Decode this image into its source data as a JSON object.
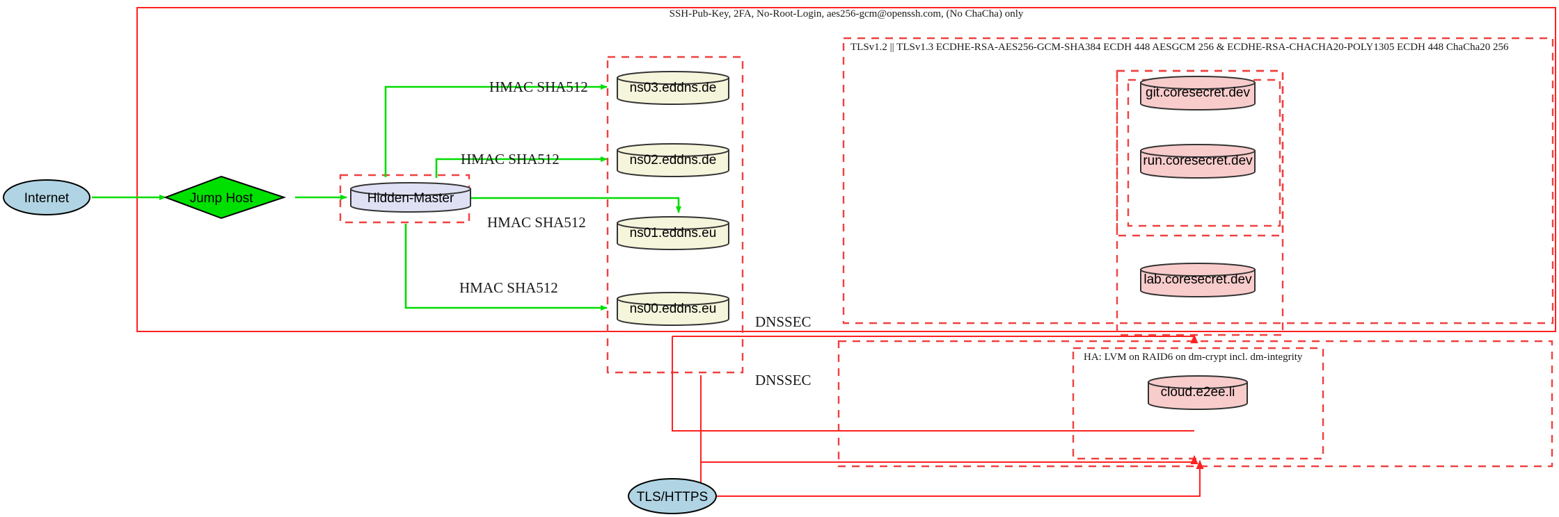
{
  "diagram": {
    "title_zones": {
      "ssh_zone_label": "SSH-Pub-Key, 2FA, No-Root-Login, aes256-gcm@openssh.com, (No ChaCha) only",
      "tls_zone_label": "TLSv1.2 || TLSv1.3 ECDHE-RSA-AES256-GCM-SHA384 ECDH 448 AESGCM 256 & ECDHE-RSA-CHACHA20-POLY1305 ECDH 448 ChaCha20 256",
      "ha_zone_label": "HA: LVM on RAID6 on dm-crypt incl. dm-integrity"
    },
    "nodes": {
      "internet": "Internet",
      "jump_host": "Jump Host",
      "hidden_master": "Hidden-Master",
      "tls_https": "TLS/HTTPS",
      "ns03": "ns03.eddns.de",
      "ns02": "ns02.eddns.de",
      "ns01": "ns01.eddns.eu",
      "ns00": "ns00.eddns.eu",
      "git": "git.coresecret.dev",
      "run": "run.coresecret.dev",
      "lab": "lab.coresecret.dev",
      "cloud": "cloud.e2ee.li"
    },
    "edge_labels": {
      "hmac_ns03": "HMAC SHA512",
      "hmac_ns02": "HMAC SHA512",
      "hmac_ns01": "HMAC SHA512",
      "hmac_ns00": "HMAC SHA512",
      "dnssec_upper": "DNSSEC",
      "dnssec_lower": "DNSSEC"
    },
    "colors": {
      "internet_fill": "#b0d4e3",
      "jump_host_fill": "#00e000",
      "hidden_master_fill": "#e0e0f5",
      "ns_fill": "#f5f5dc",
      "coresecret_fill": "#f9cccc",
      "frame_red": "#ff2020",
      "edge_green": "#00dd00"
    }
  }
}
